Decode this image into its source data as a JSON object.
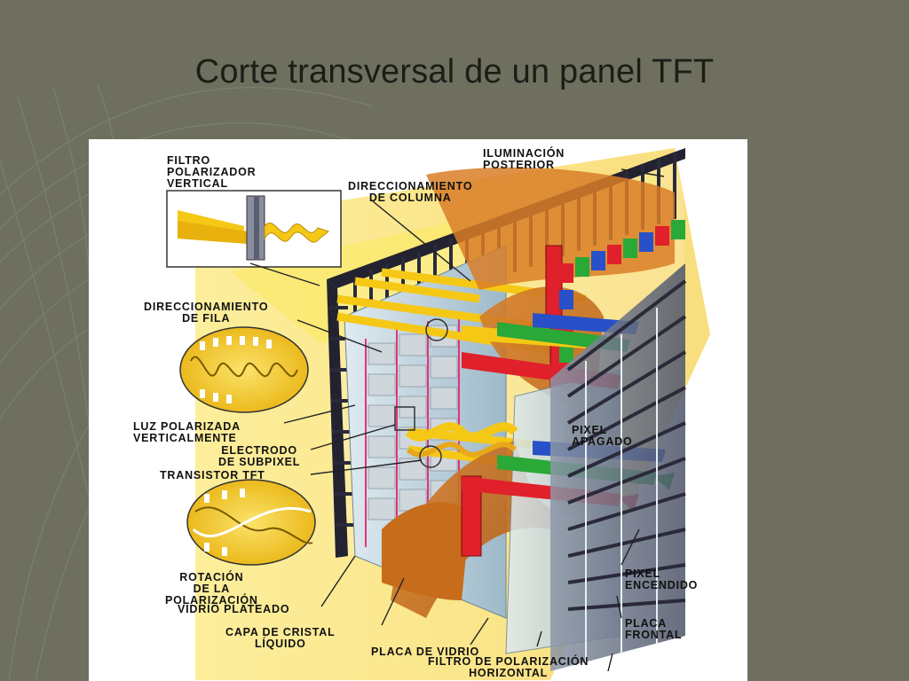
{
  "slide": {
    "title": "Corte transversal de un panel TFT"
  },
  "diagram": {
    "labels": {
      "filtro_polarizador_vertical": [
        "FILTRO",
        "POLARIZADOR",
        "VERTICAL"
      ],
      "iluminacion_posterior": [
        "ILUMINACIÓN",
        "POSTERIOR"
      ],
      "direccionamiento_columna": [
        "DIRECCIONAMIENTO",
        "DE COLUMNA"
      ],
      "direccionamiento_fila": [
        "DIRECCIONAMIENTO",
        "DE FILA"
      ],
      "luz_polarizada": [
        "LUZ POLARIZADA",
        "VERTICALMENTE"
      ],
      "electrodo_subpixel": [
        "ELECTRODO",
        "DE SUBPIXEL"
      ],
      "transistor_tft": "TRANSISTOR TFT",
      "pixel_apagado": [
        "PIXEL",
        "APAGADO"
      ],
      "rotacion_polarizacion": [
        "ROTACIÓN",
        "DE LA",
        "POLARIZACIÓN"
      ],
      "vidrio_plateado": "VIDRIO PLATEADO",
      "capa_cristal_liquido": [
        "CAPA DE CRISTAL",
        "LÍQUIDO"
      ],
      "placa_vidrio": "PLACA DE VIDRIO",
      "filtro_polarizacion_horizontal": [
        "FILTRO DE POLARIZACIÓN",
        "HORIZONTAL"
      ],
      "pixel_encendido": [
        "PIXEL",
        "ENCENDIDO"
      ],
      "placa_frontal": [
        "PLACA",
        "FRONTAL"
      ]
    },
    "colors": {
      "backlight": "#f7d21e",
      "crystal": "#c8701e",
      "glass": "#a9c8d8",
      "subpixel_red": "#e0202a",
      "subpixel_green": "#2aa838",
      "subpixel_blue": "#2850c8",
      "frame": "#2a2a3a"
    }
  }
}
